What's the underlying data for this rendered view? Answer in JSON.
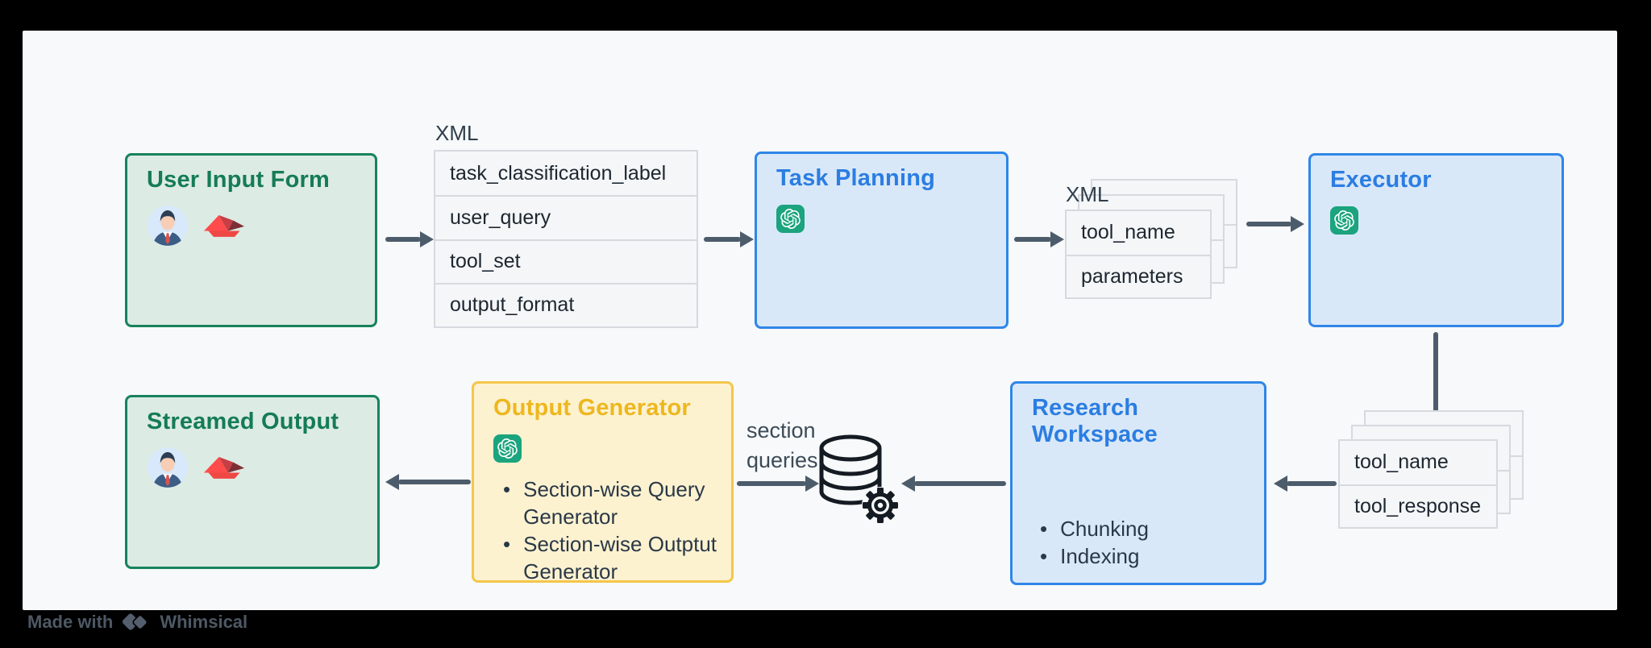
{
  "colors": {
    "canvas": "#f7f9fa",
    "accent_green": "#17835c",
    "accent_blue": "#2f86e8",
    "accent_yellow": "#f4c64a",
    "arrow": "#4d5c6b",
    "openai_badge": "#1ba47e",
    "streamlit_red": "#ff4b4b"
  },
  "nodes": {
    "user_input_form": {
      "title": "User Input Form",
      "icons": [
        "user-avatar-icon",
        "streamlit-boat-icon"
      ]
    },
    "xml_input": {
      "label": "XML",
      "rows": [
        "task_classification_label",
        "user_query",
        "tool_set",
        "output_format"
      ]
    },
    "task_planning": {
      "title": "Task Planning",
      "icons": [
        "openai-icon"
      ]
    },
    "xml_tool_call": {
      "label": "XML",
      "rows": [
        "tool_name",
        "parameters"
      ]
    },
    "executor": {
      "title": "Executor",
      "icons": [
        "openai-icon"
      ]
    },
    "tool_result": {
      "rows": [
        "tool_name",
        "tool_response"
      ]
    },
    "research_workspace": {
      "title": "Research Workspace",
      "bullets": [
        "Chunking",
        "Indexing"
      ]
    },
    "database": {
      "icon": "database-gear-icon",
      "label_line1": "section",
      "label_line2": "queries"
    },
    "output_generator": {
      "title": "Output Generator",
      "icons": [
        "openai-icon"
      ],
      "bullets": [
        "Section-wise Query Generator",
        "Section-wise Outptut Generator"
      ]
    },
    "streamed_output": {
      "title": "Streamed Output",
      "icons": [
        "user-avatar-icon",
        "streamlit-boat-icon"
      ]
    }
  },
  "bullet_char": "•",
  "watermark": {
    "made_with": "Made with",
    "brand": "Whimsical"
  }
}
